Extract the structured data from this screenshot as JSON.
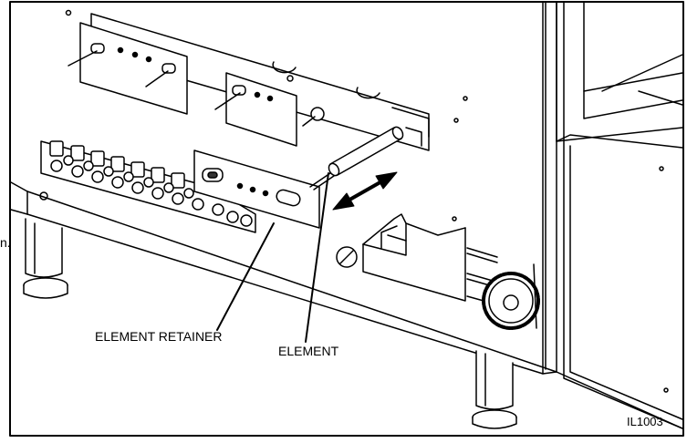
{
  "labels": {
    "element_retainer": "ELEMENT RETAINER",
    "element": "ELEMENT",
    "figure_id": "IL1003",
    "margin_fragment": "n."
  },
  "icons": {
    "direction_arrow": "double-headed-arrow-icon"
  },
  "colors": {
    "line": "#000000",
    "background": "#ffffff",
    "panel_shade": "#f2f2f2",
    "dark_fill": "#333333"
  }
}
